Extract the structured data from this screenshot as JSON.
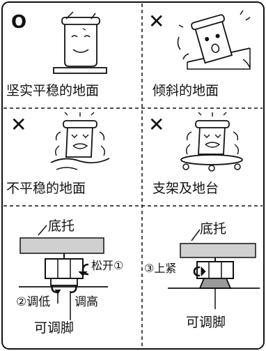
{
  "panels": [
    {
      "mark": "O",
      "mark_meaning": "correct",
      "caption": "坚实平稳的地面"
    },
    {
      "mark": "✕",
      "mark_meaning": "incorrect",
      "caption": "倾斜的地面"
    },
    {
      "mark": "✕",
      "mark_meaning": "incorrect",
      "caption": "不平稳的地面"
    },
    {
      "mark": "✕",
      "mark_meaning": "incorrect",
      "caption": "支架及地台"
    }
  ],
  "adjust_left": {
    "base_label": "底托",
    "loosen_label": "松开①",
    "lower_label": "②调低",
    "raise_label": "调高",
    "foot_label": "可调脚"
  },
  "adjust_right": {
    "base_label": "底托",
    "tighten_label": "③上紧",
    "foot_label": "可调脚"
  },
  "colors": {
    "line": "#111111",
    "base_fill": "#d0d0d0",
    "foot_fill": "#9a9a9a"
  }
}
